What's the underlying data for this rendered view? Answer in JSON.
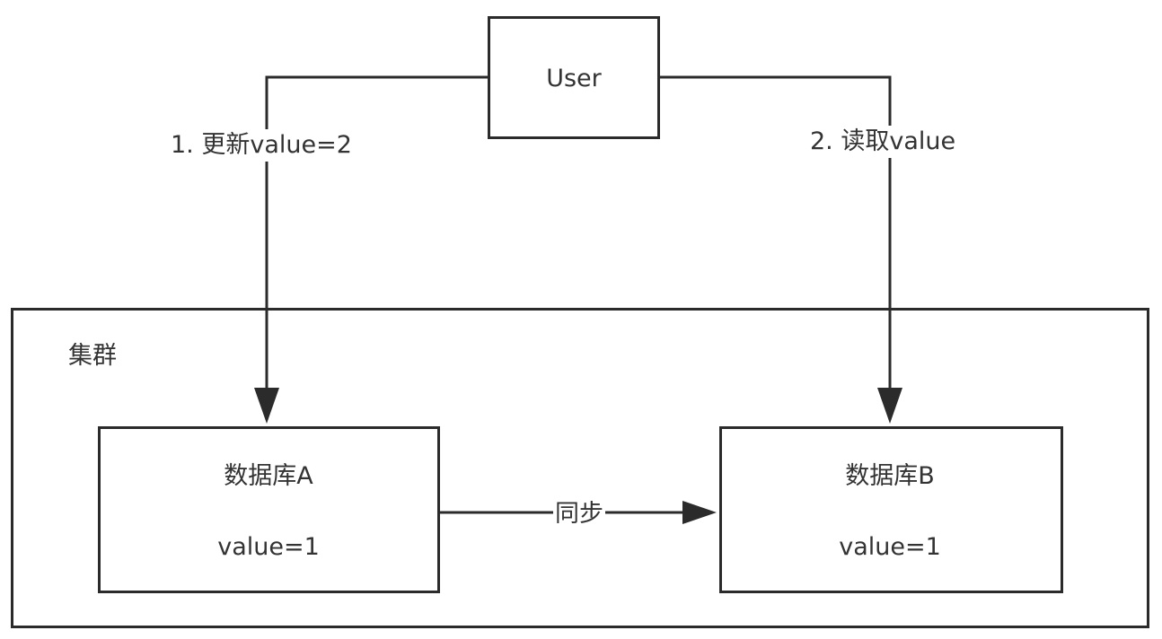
{
  "diagram": {
    "user_label": "User",
    "cluster_label": "集群",
    "edges": {
      "update_label": "1. 更新value=2",
      "read_label": "2. 读取value",
      "sync_label": "同步"
    },
    "database_a": {
      "title": "数据库A",
      "value": "value=1"
    },
    "database_b": {
      "title": "数据库B",
      "value": "value=1"
    },
    "colors": {
      "line": "#2b2b2b",
      "text": "#333333",
      "background": "#ffffff"
    }
  }
}
